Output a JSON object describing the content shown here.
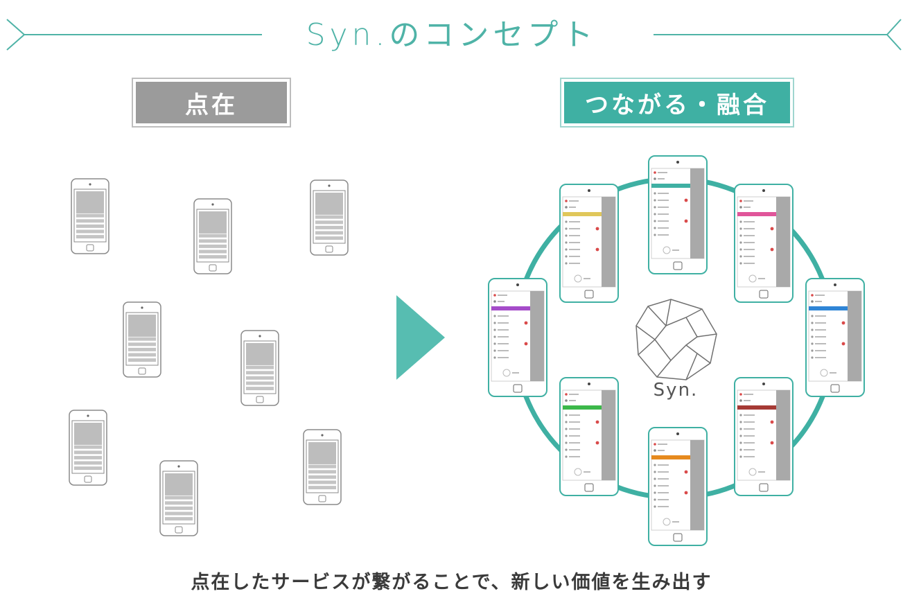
{
  "title": "Syn.のコンセプト",
  "left_label": "点在",
  "right_label": "つながる・融合",
  "center_logo_text": "Syn.",
  "bottom_caption": "点在したサービスが繋がることで、新しい価値を生み出す",
  "colors": {
    "teal": "#4fb3a7",
    "teal_dark": "#3fb0a3",
    "gray_box": "#9b9b9b",
    "arrow": "#45b6a9"
  },
  "connected_phone_accents": [
    "#e0c75a",
    "#3fb0a3",
    "#e0559a",
    "#a54cc9",
    "#2f85d6",
    "#3cb84a",
    "#e68a1e",
    "#a53a35"
  ]
}
